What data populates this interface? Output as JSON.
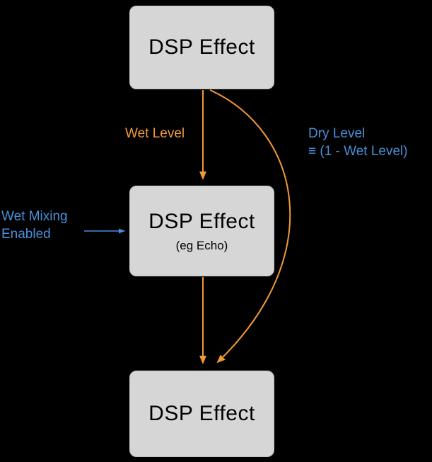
{
  "diagram": {
    "nodes": {
      "top": {
        "title": "DSP Effect"
      },
      "middle": {
        "title": "DSP Effect",
        "subtitle": "(eg Echo)"
      },
      "bottom": {
        "title": "DSP Effect"
      }
    },
    "labels": {
      "wet_level": "Wet Level",
      "dry_level_line1": "Dry Level",
      "dry_level_line2": "≡ (1 - Wet Level)",
      "wet_mixing_line1": "Wet Mixing",
      "wet_mixing_line2": "Enabled"
    },
    "colors": {
      "arrow_orange": "#f09a36",
      "label_blue": "#4a90d9",
      "box_fill": "#d6d6d6",
      "box_text": "#000000",
      "background": "#000000"
    }
  }
}
